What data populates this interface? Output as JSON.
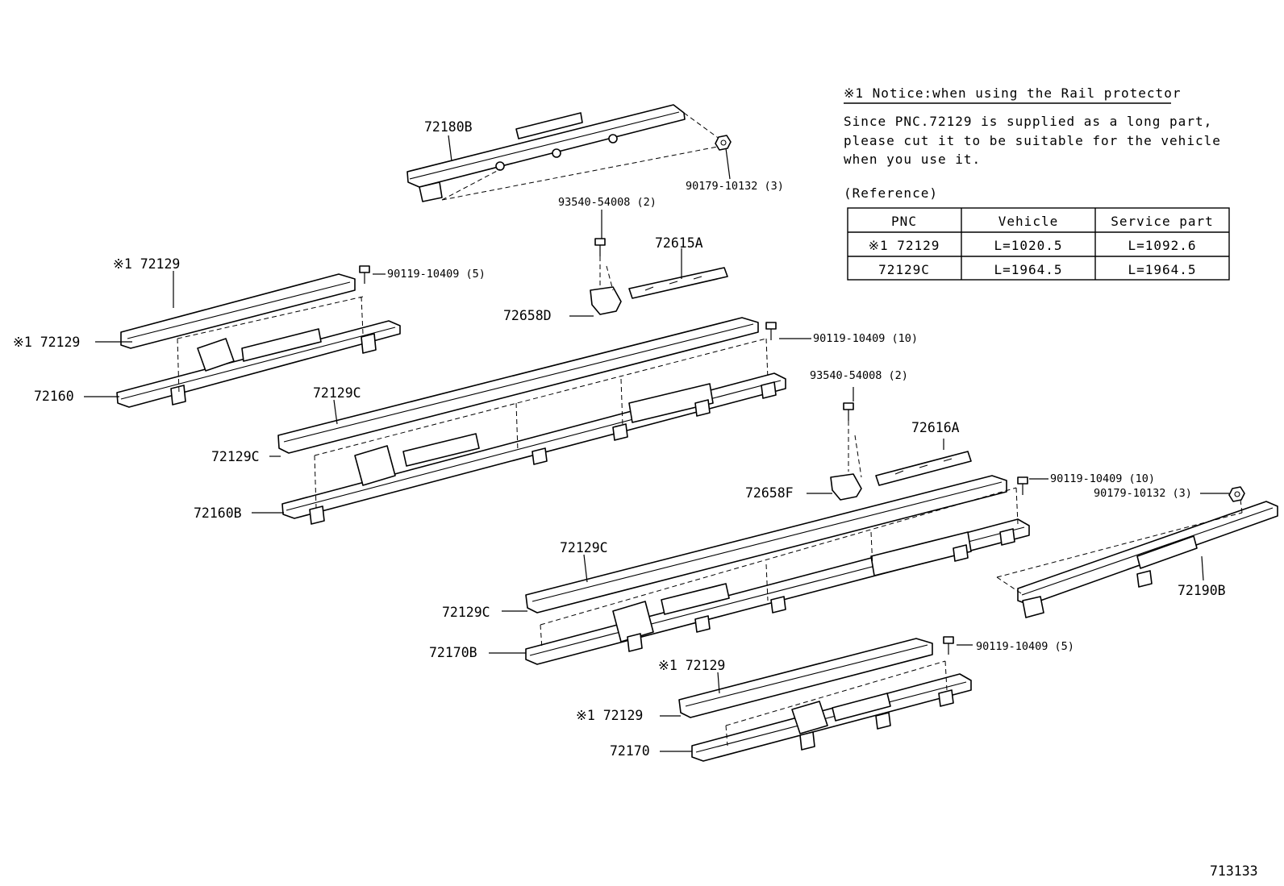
{
  "notice": {
    "title": "※1 Notice:when using the Rail protector",
    "body_lines": [
      "Since PNC.72129 is supplied as a long part,",
      "please cut it to be suitable for the vehicle",
      "when you use it."
    ],
    "reference_label": "(Reference)",
    "table": {
      "headers": [
        "PNC",
        "Vehicle",
        "Service part"
      ],
      "rows": [
        [
          "※1 72129",
          "L=1020.5",
          "L=1092.6"
        ],
        [
          "72129C",
          "L=1964.5",
          "L=1964.5"
        ]
      ]
    }
  },
  "labels": {
    "p72180B": "72180B",
    "p90179_top": "90179-10132 (3)",
    "p93540_a": "93540-54008 (2)",
    "p72615A": "72615A",
    "p72658D": "72658D",
    "p72129_a": "※1 72129",
    "p90119_a": "90119-10409 (5)",
    "p72129_b": "※1 72129",
    "p72160": "72160",
    "p90119_b": "90119-10409 (10)",
    "p72129C_a": "72129C",
    "p72129C_b": "72129C",
    "p72160B": "72160B",
    "p93540_b": "93540-54008 (2)",
    "p72616A": "72616A",
    "p72658F": "72658F",
    "p90119_c": "90119-10409 (10)",
    "p90179_right": "90179-10132 (3)",
    "p72129C_c": "72129C",
    "p72129C_d": "72129C",
    "p72170B": "72170B",
    "p72190B": "72190B",
    "p72129_c": "※1 72129",
    "p90119_d": "90119-10409 (5)",
    "p72129_d": "※1 72129",
    "p72170": "72170"
  },
  "diagram_id": "713133"
}
